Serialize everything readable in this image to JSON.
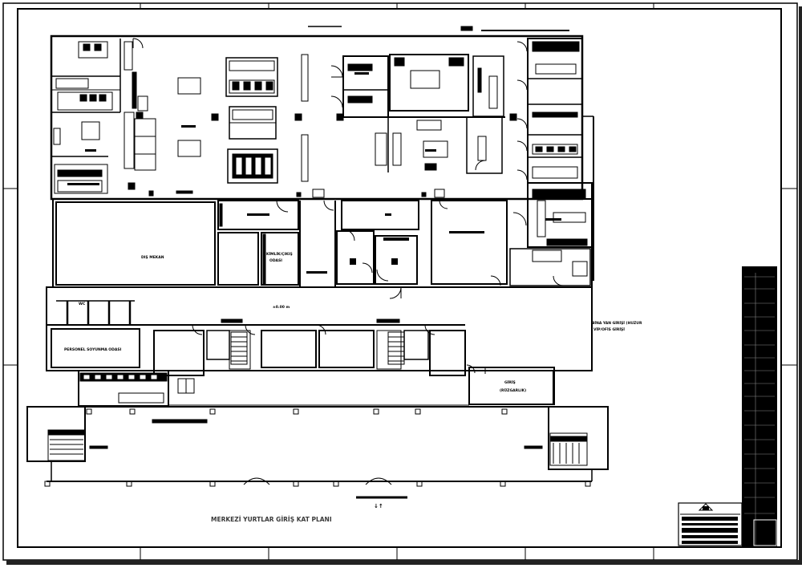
{
  "drawing": {
    "title": "MERKEZİ YURTLAR GİRİŞ KAT PLANI",
    "level_label": "±0",
    "north_mark": "↓↑",
    "level_tag": "±0.00"
  },
  "rooms": {
    "dis_mekan": "DIŞ MEKAN",
    "kimlik_odasi_1": "KİMLİK/ÇIKIŞ",
    "kimlik_odasi_2": "ODASI",
    "personel_soyunma": "PERSONEL SOYUNMA ODASI",
    "wc": "WC",
    "giris_1": "GİRİŞ",
    "giris_2": "(RÜZGARLIK)",
    "bina_yan_girisi": "BİNA YAN GİRİŞİ (HUZUR",
    "vip_giris": "VİP/OFİS GİRİŞİ",
    "corridor_level": "±0.00 m"
  },
  "colors": {
    "line": "#000000",
    "frame_shadow": "#222222",
    "paper": "#ffffff",
    "title_block": "#000000",
    "title_text": "#3a3a3a"
  }
}
